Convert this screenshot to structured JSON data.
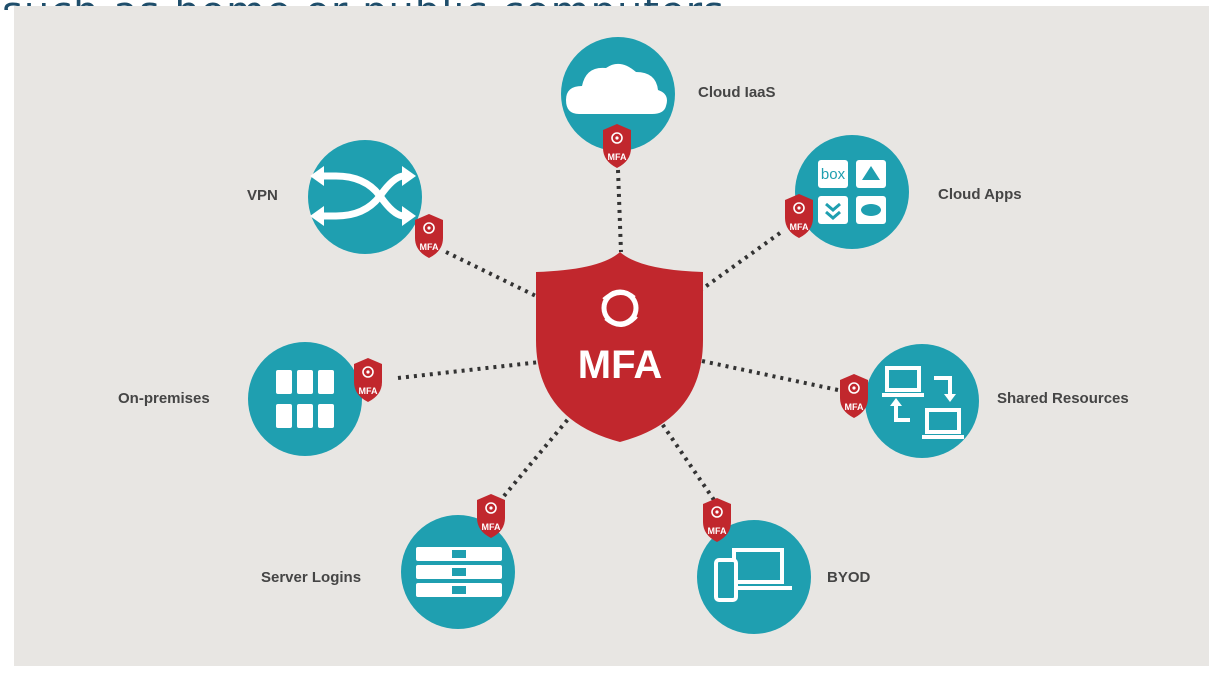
{
  "top_text": "such as home or public computers",
  "hub": {
    "label": "MFA"
  },
  "badge_label": "MFA",
  "nodes": {
    "cloud_iaas": "Cloud IaaS",
    "cloud_apps": "Cloud Apps",
    "vpn": "VPN",
    "on_premises": "On-premises",
    "shared_resources": "Shared Resources",
    "server_logins": "Server Logins",
    "byod": "BYOD"
  },
  "app_tiles": {
    "box": "box"
  },
  "colors": {
    "teal": "#1f9fb0",
    "shield_red": "#c1272d",
    "background": "#e8e6e3",
    "label_gray": "#454545"
  },
  "icons": {
    "cloud_iaas": "cloud-icon",
    "cloud_apps": "app-grid-icon",
    "vpn": "crossing-arrows-icon",
    "on_premises": "server-racks-icon",
    "shared_resources": "laptops-sync-icon",
    "server_logins": "server-stack-icon",
    "byod": "devices-icon",
    "hub": "shield-icon"
  }
}
